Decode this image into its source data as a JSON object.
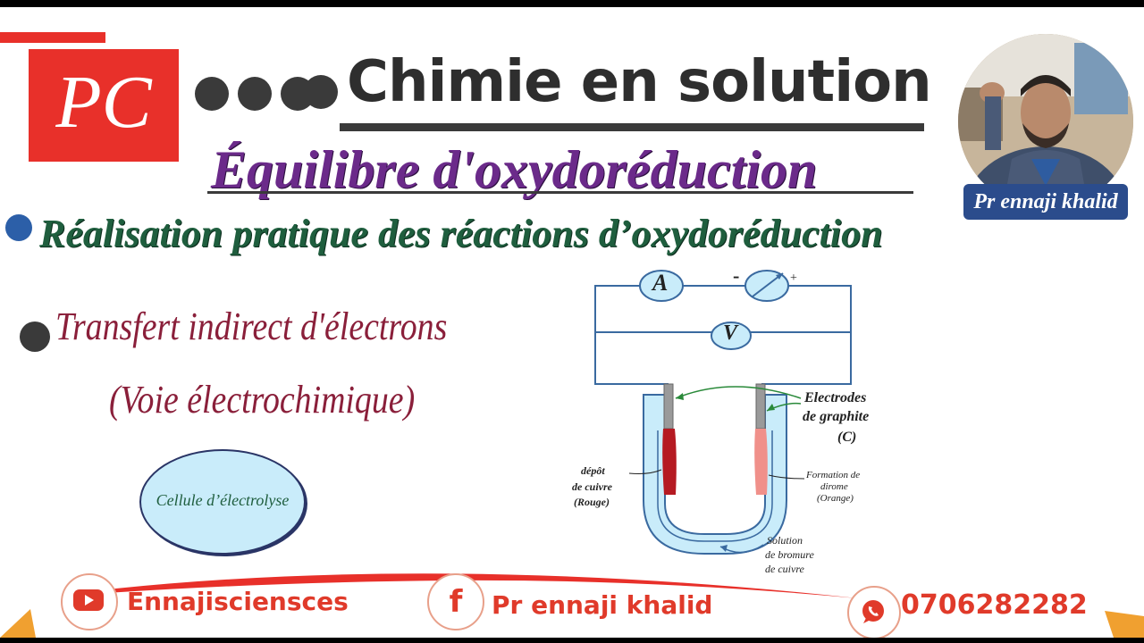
{
  "logo": {
    "text": "PC"
  },
  "header": {
    "title": "Chimie en solution",
    "subtitle": "Équilibre d'oxydoréduction",
    "section": "Réalisation pratique des réactions d’oxydoréduction"
  },
  "topic": {
    "line1": "Transfert indirect d'électrons",
    "line2": "(Voie électrochimique)"
  },
  "cell_label": "Cellule d’électrolyse",
  "presenter": {
    "name": "Pr ennaji khalid"
  },
  "diagram": {
    "ammeter": "A",
    "voltmeter": "V",
    "minus": "-",
    "plus": "+",
    "electrodes_line1": "Electrodes",
    "electrodes_line2": "de graphite",
    "electrodes_line3": "(C)",
    "deposit_line1": "dépôt",
    "deposit_line2": "de cuivre",
    "deposit_line3": "(Rouge)",
    "formation_line1": "Formation de",
    "formation_line2": "dirome",
    "formation_line3": "(Orange)",
    "solution_line1": "Solution",
    "solution_line2": "de bromure",
    "solution_line3": "de cuivre"
  },
  "footer": {
    "youtube": "Ennajisciensces",
    "facebook_icon": "f",
    "facebook": "Pr ennaji khalid",
    "phone": "0706282282"
  },
  "colors": {
    "accent_red": "#e8302a",
    "purple": "#6b2a8a",
    "green": "#1f5e3e",
    "maroon": "#8a1f3a",
    "circuit_blue": "#3a6aa0"
  }
}
